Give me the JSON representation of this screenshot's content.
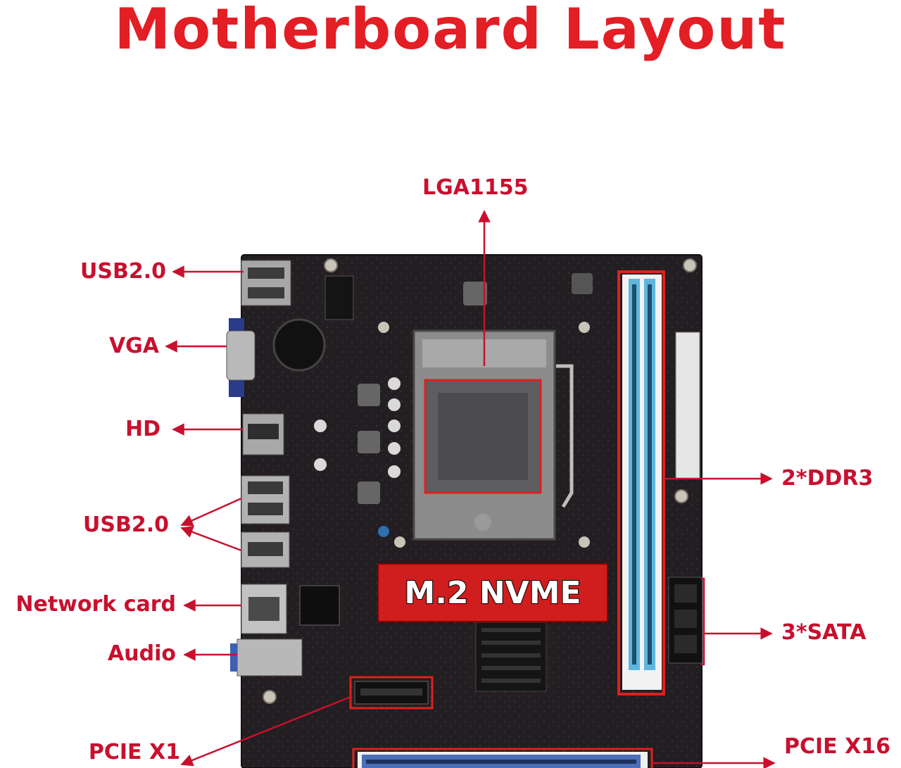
{
  "title": "Motherboard Layout",
  "labels": {
    "cpu_socket": "LGA1155",
    "usb_top": "USB2.0",
    "vga": "VGA",
    "hdmi": "HD",
    "usb_mid": "USB2.0",
    "network": "Network card",
    "audio": "Audio",
    "pcie_x1": "PCIE X1",
    "ddr3": "2*DDR3",
    "sata": "3*SATA",
    "pcie_x16": "PCIE X16",
    "m2": "M.2 NVME"
  },
  "colors": {
    "title": "#e31e24",
    "label": "#c8102e",
    "highlight": "#e0201e",
    "pcb": "#1e1a1d",
    "ram_slot": "#5fb6dc",
    "pcie_slot": "#4a6fb8"
  }
}
